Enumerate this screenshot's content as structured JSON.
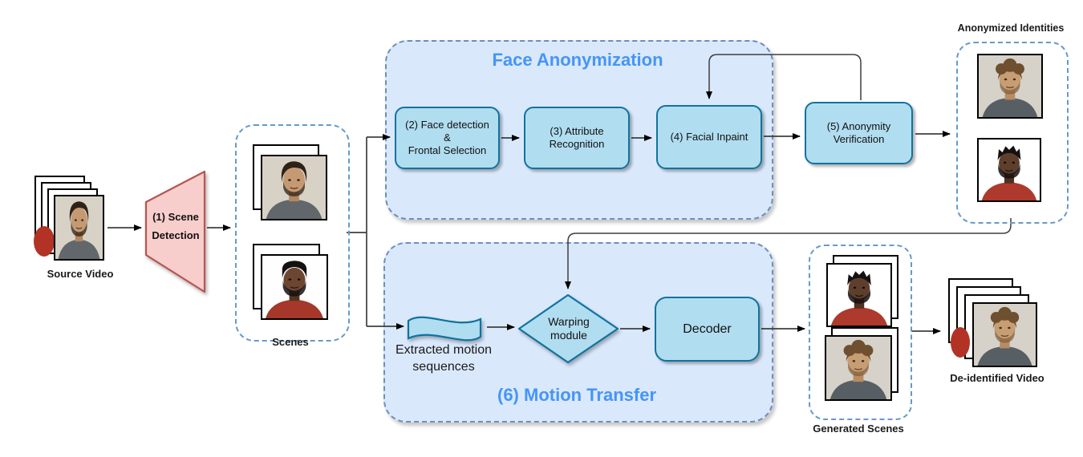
{
  "colors": {
    "container_fill": "#dae8fc",
    "container_border": "#6c8ebf",
    "node_fill": "#b1ddf0",
    "node_border": "#10739e",
    "section_title_blue": "#4495f8",
    "funnel_fill": "#f8cecc",
    "funnel_border": "#b85450",
    "photo_group_border": "#6699cc",
    "connector_line": "#3f3f3f"
  },
  "sections": {
    "face_anonymization": {
      "title": "Face Anonymization"
    },
    "motion_transfer": {
      "title": "(6) Motion Transfer"
    }
  },
  "nodes": {
    "scene_detection": {
      "line1": "(1) Scene",
      "line2": "Detection"
    },
    "face_detection": {
      "line1": "(2) Face detection",
      "line2": "&",
      "line3": "Frontal Selection"
    },
    "attribute_recognition": {
      "line1": "(3) Attribute",
      "line2": "Recognition"
    },
    "facial_inpaint": {
      "line1": "(4) Facial Inpaint"
    },
    "anonymity_verification": {
      "line1": "(5) Anonymity",
      "line2": "Verification"
    },
    "warping_module": {
      "line1": "Warping",
      "line2": "module"
    },
    "decoder": {
      "line1": "Decoder"
    }
  },
  "labels": {
    "source_video": "Source Video",
    "scenes": "Scenes",
    "anonymized_identities": "Anonymized Identities",
    "extracted_motion_line1": "Extracted motion",
    "extracted_motion_line2": "sequences",
    "generated_scenes": "Generated Scenes",
    "deidentified_video": "De-identified Video"
  },
  "photos": {
    "source_front": "original-man-curly-dark-hair",
    "scene_top": "original-man-curly-dark-hair",
    "scene_bottom": "original-man-flattop-red-shirt",
    "anonymized_top": "anonymized-man-curly-light-hair",
    "anonymized_bottom": "anonymized-man-short-hair-red-shirt",
    "generated_top": "anonymized-man-short-hair-red-shirt",
    "generated_bottom": "anonymized-man-curly-light-hair",
    "deidentified_front": "anonymized-man-curly-light-hair"
  }
}
